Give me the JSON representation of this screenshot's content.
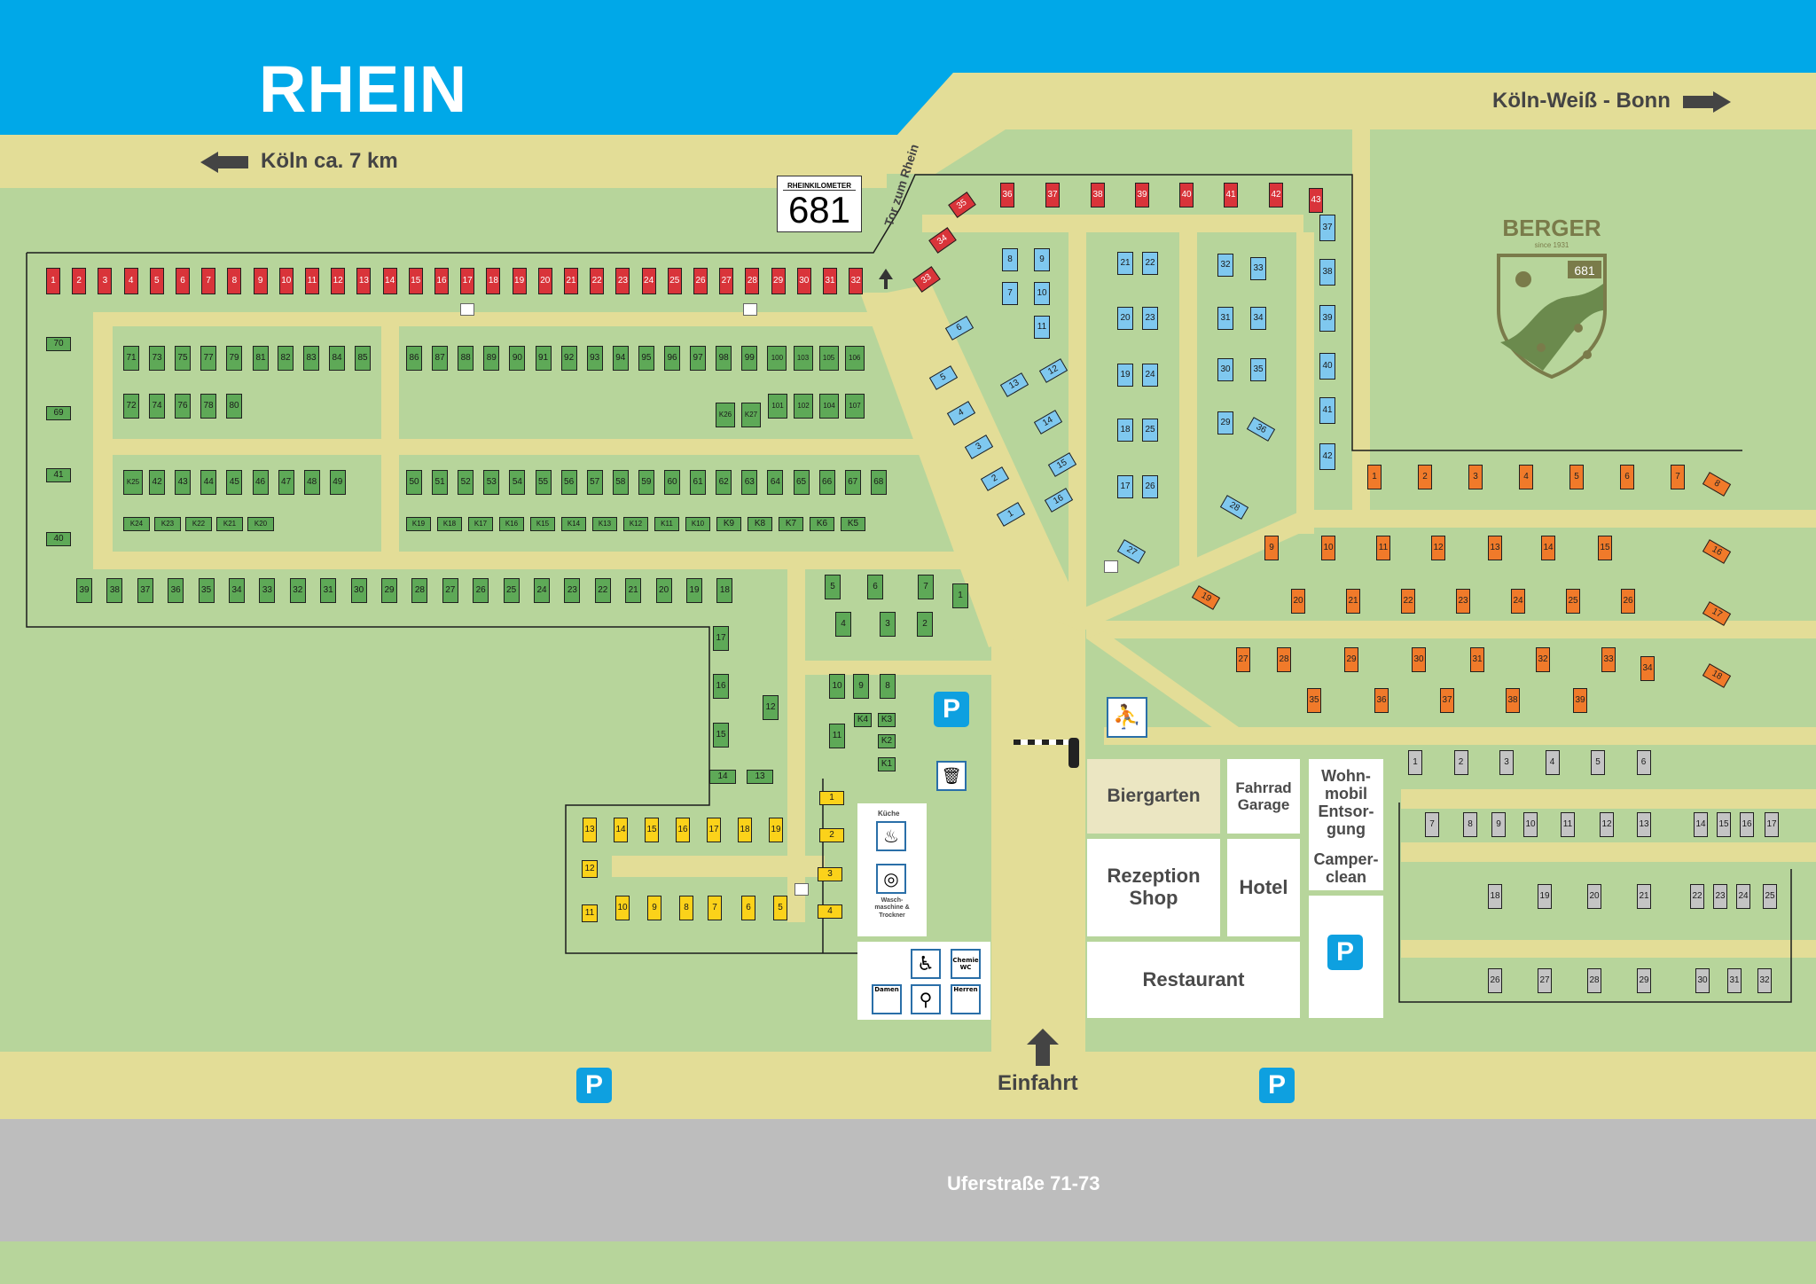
{
  "title": "RHEIN",
  "rhein_km_label": "RHEINKILOMETER",
  "rhein_km_value": "681",
  "gate_label": "Tor zum Rhein",
  "dir_left": "Köln ca. 7 km",
  "dir_right": "Köln-Weiß - Bonn",
  "entrance": "Einfahrt",
  "street": "Uferstraße 71-73",
  "logo": {
    "name": "BERGER",
    "since": "since 1931",
    "number": "681"
  },
  "buildings": {
    "biergarten": "Biergarten",
    "fahrrad": "Fahrrad Garage",
    "wohnmobil": "Wohn- mobil Entsor- gung",
    "camperclean": "Camper- clean",
    "rezeption": "Rezeption Shop",
    "hotel": "Hotel",
    "restaurant": "Restaurant",
    "parking": "P"
  },
  "facilities": {
    "kueche": "Küche",
    "wasch": "Wasch- maschine & Trockner",
    "chemie": "Chemie WC",
    "damen": "Damen",
    "herren": "Herren"
  },
  "colors": {
    "water": "#00a8e8",
    "grass": "#b7d59b",
    "road": "#e3dd97",
    "street": "#bdbdbd",
    "red": "#d9343a",
    "green": "#5ea957",
    "blue": "#7fc8ef",
    "orange": "#f07a2a",
    "gray": "#c4c4c4",
    "yellow": "#fbd21a",
    "p_blue": "#0ea0e0"
  },
  "plot_groups": [
    {
      "id": "red-top-row",
      "color": "red",
      "w": 16,
      "h": 30,
      "labels": [
        "1",
        "2",
        "3",
        "4",
        "5",
        "6",
        "7",
        "8",
        "9",
        "10",
        "11",
        "12",
        "13",
        "14",
        "15",
        "16",
        "17",
        "18",
        "19",
        "20",
        "21",
        "22",
        "23",
        "24",
        "25",
        "26",
        "27",
        "28",
        "29",
        "30",
        "31",
        "32"
      ]
    },
    {
      "id": "red-diagonal",
      "color": "red",
      "w": 26,
      "h": 18,
      "rot": -35,
      "labels": [
        "33",
        "34",
        "35"
      ]
    },
    {
      "id": "red-top-right",
      "color": "red",
      "w": 16,
      "h": 28,
      "labels": [
        "36",
        "37",
        "38",
        "39",
        "40",
        "41",
        "42",
        "43"
      ]
    },
    {
      "id": "green-left-column",
      "color": "green",
      "w": 28,
      "h": 16,
      "labels": [
        "70",
        "69",
        "41",
        "40"
      ]
    },
    {
      "id": "green-row-71",
      "color": "green",
      "w": 18,
      "h": 28,
      "labels": [
        "71",
        "73",
        "75",
        "77",
        "79",
        "81",
        "82",
        "83",
        "84",
        "85"
      ]
    },
    {
      "id": "green-row-72",
      "color": "green",
      "w": 18,
      "h": 28,
      "labels": [
        "72",
        "74",
        "76",
        "78",
        "80"
      ]
    },
    {
      "id": "green-row-86",
      "color": "green",
      "w": 18,
      "h": 28,
      "labels": [
        "86",
        "87",
        "88",
        "89",
        "90",
        "91",
        "92",
        "93",
        "94",
        "95",
        "96",
        "97",
        "98",
        "99",
        "100",
        "103",
        "105",
        "106"
      ]
    },
    {
      "id": "green-row-k26",
      "color": "green",
      "w": 18,
      "h": 28,
      "labels": [
        "K26",
        "K27",
        "101",
        "102",
        "104",
        "107"
      ]
    },
    {
      "id": "green-row-k25",
      "color": "green",
      "w": 18,
      "h": 28,
      "labels": [
        "K25",
        "42",
        "43",
        "44",
        "45",
        "46",
        "47",
        "48",
        "49"
      ]
    },
    {
      "id": "green-row-50",
      "color": "green",
      "w": 18,
      "h": 28,
      "labels": [
        "50",
        "51",
        "52",
        "53",
        "54",
        "55",
        "56",
        "57",
        "58",
        "59",
        "60",
        "61",
        "62",
        "63",
        "64",
        "65",
        "66",
        "67",
        "68"
      ]
    },
    {
      "id": "green-k-row-left",
      "color": "green",
      "w": 30,
      "h": 16,
      "labels": [
        "K24",
        "K23",
        "K22",
        "K21",
        "K20"
      ]
    },
    {
      "id": "green-k-row",
      "color": "green",
      "w": 28,
      "h": 16,
      "labels": [
        "K19",
        "K18",
        "K17",
        "K16",
        "K15",
        "K14",
        "K13",
        "K12",
        "K11",
        "K10",
        "K9",
        "K8",
        "K7",
        "K6",
        "K5"
      ]
    },
    {
      "id": "green-bottom-row",
      "color": "green",
      "w": 18,
      "h": 28,
      "labels": [
        "39",
        "38",
        "37",
        "36",
        "35",
        "34",
        "33",
        "32",
        "31",
        "30",
        "29",
        "28",
        "27",
        "26",
        "25",
        "24",
        "23",
        "22",
        "21",
        "20",
        "19",
        "18"
      ]
    },
    {
      "id": "green-column-17",
      "color": "green",
      "w": 18,
      "h": 28,
      "labels": [
        "17",
        "16",
        "15",
        "12"
      ]
    },
    {
      "id": "green-bottom-pair",
      "color": "green",
      "w": 30,
      "h": 16,
      "labels": [
        "14",
        "13"
      ]
    },
    {
      "id": "green-center-block",
      "color": "green",
      "w": 18,
      "h": 28,
      "labels": [
        "5",
        "6",
        "7",
        "1",
        "4",
        "3",
        "2"
      ]
    },
    {
      "id": "green-lower-block",
      "color": "green",
      "w": 18,
      "h": 28,
      "labels": [
        "10",
        "9",
        "8",
        "11"
      ]
    },
    {
      "id": "green-k-column",
      "color": "green",
      "w": 20,
      "h": 16,
      "labels": [
        "K4",
        "K3",
        "K2",
        "K1"
      ]
    },
    {
      "id": "blue-diagonal",
      "color": "blue",
      "w": 28,
      "h": 16,
      "rot": -30,
      "labels": [
        "6",
        "5",
        "4",
        "3",
        "2",
        "1",
        "13",
        "14",
        "15",
        "16",
        "12"
      ]
    },
    {
      "id": "blue-column-a",
      "color": "blue",
      "w": 18,
      "h": 26,
      "labels": [
        "8",
        "9",
        "7",
        "10",
        "11"
      ]
    },
    {
      "id": "blue-column-b",
      "color": "blue",
      "w": 18,
      "h": 26,
      "labels": [
        "21",
        "22",
        "20",
        "23",
        "19",
        "24",
        "18",
        "25",
        "17",
        "26"
      ]
    },
    {
      "id": "blue-angled-27",
      "color": "blue",
      "w": 28,
      "h": 16,
      "rot": 30,
      "labels": [
        "27",
        "28",
        "36"
      ]
    },
    {
      "id": "blue-column-c",
      "color": "blue",
      "w": 18,
      "h": 26,
      "labels": [
        "32",
        "33",
        "31",
        "34",
        "30",
        "35",
        "29"
      ]
    },
    {
      "id": "blue-column-d",
      "color": "blue",
      "w": 18,
      "h": 30,
      "labels": [
        "37",
        "38",
        "39",
        "40",
        "41",
        "42"
      ]
    },
    {
      "id": "orange-top-row",
      "color": "orange",
      "w": 16,
      "h": 28,
      "labels": [
        "1",
        "2",
        "3",
        "4",
        "5",
        "6",
        "7"
      ]
    },
    {
      "id": "orange-right-angled",
      "color": "orange",
      "w": 28,
      "h": 16,
      "rot": 30,
      "labels": [
        "8",
        "16",
        "17",
        "18",
        "19"
      ]
    },
    {
      "id": "orange-row-9",
      "color": "orange",
      "w": 16,
      "h": 28,
      "labels": [
        "9",
        "10",
        "11",
        "12",
        "13",
        "14",
        "15"
      ]
    },
    {
      "id": "orange-row-20",
      "color": "orange",
      "w": 16,
      "h": 28,
      "labels": [
        "20",
        "21",
        "22",
        "23",
        "24",
        "25",
        "26"
      ]
    },
    {
      "id": "orange-row-27",
      "color": "orange",
      "w": 16,
      "h": 28,
      "labels": [
        "27",
        "28",
        "29",
        "30",
        "31",
        "32",
        "33",
        "34"
      ]
    },
    {
      "id": "orange-row-35",
      "color": "orange",
      "w": 16,
      "h": 28,
      "labels": [
        "35",
        "36",
        "37",
        "38",
        "39"
      ]
    },
    {
      "id": "gray-row-1",
      "color": "gray",
      "w": 16,
      "h": 28,
      "labels": [
        "1",
        "2",
        "3",
        "4",
        "5",
        "6"
      ]
    },
    {
      "id": "gray-row-7",
      "color": "gray",
      "w": 16,
      "h": 28,
      "labels": [
        "7",
        "8",
        "9",
        "10",
        "11",
        "12",
        "13",
        "14",
        "15",
        "16",
        "17"
      ]
    },
    {
      "id": "gray-row-18",
      "color": "gray",
      "w": 16,
      "h": 28,
      "labels": [
        "18",
        "19",
        "20",
        "21",
        "22",
        "23",
        "24",
        "25"
      ]
    },
    {
      "id": "gray-row-26",
      "color": "gray",
      "w": 16,
      "h": 28,
      "labels": [
        "26",
        "27",
        "28",
        "29",
        "30",
        "31",
        "32"
      ]
    },
    {
      "id": "yellow-row-13",
      "color": "yellow",
      "w": 16,
      "h": 28,
      "labels": [
        "13",
        "14",
        "15",
        "16",
        "17",
        "18",
        "19"
      ]
    },
    {
      "id": "yellow-left",
      "color": "yellow",
      "w": 18,
      "h": 20,
      "labels": [
        "12",
        "11"
      ]
    },
    {
      "id": "yellow-row-10",
      "color": "yellow",
      "w": 16,
      "h": 28,
      "labels": [
        "10",
        "9",
        "8",
        "7",
        "6",
        "5"
      ]
    },
    {
      "id": "yellow-right-column",
      "color": "yellow",
      "w": 28,
      "h": 16,
      "labels": [
        "1",
        "2",
        "3",
        "4"
      ]
    }
  ]
}
